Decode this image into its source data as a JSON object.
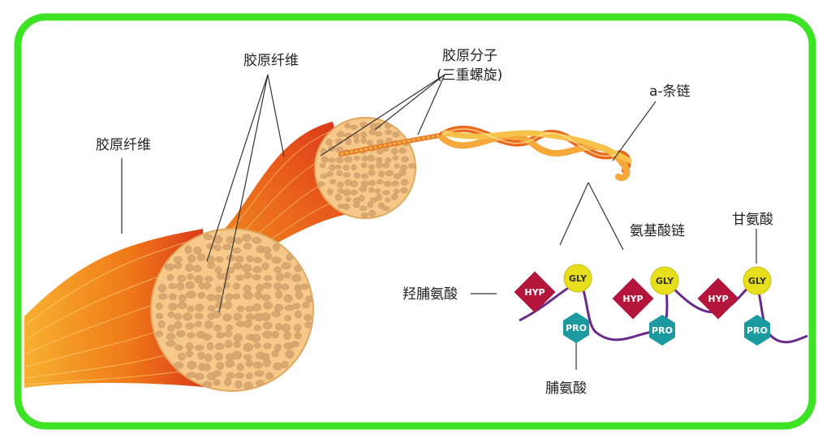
{
  "labels": {
    "fiber_left": "胶原纤维",
    "fiber_top": "胶原纤维",
    "molecule_line1": "胶原分子",
    "molecule_line2": "(三重螺旋)",
    "alpha_chain": "a-条链",
    "amino_chain": "氨基酸链",
    "glycine": "甘氨酸",
    "hydroxyproline": "羟脯氨酸",
    "proline": "脯氨酸"
  },
  "residue_tags": {
    "hyp": "HYP",
    "gly": "GLY",
    "pro": "PRO"
  },
  "colors": {
    "frame": "#3fe326",
    "hyp": "#b3163a",
    "gly": "#e8df1c",
    "pro": "#1b9aa0",
    "chain": "#6a2a8c",
    "fiber_orange": "#f07a18",
    "fiber_red": "#d8321a",
    "bundle_fill": "#f6c98a",
    "fibril": "#d9a872"
  }
}
